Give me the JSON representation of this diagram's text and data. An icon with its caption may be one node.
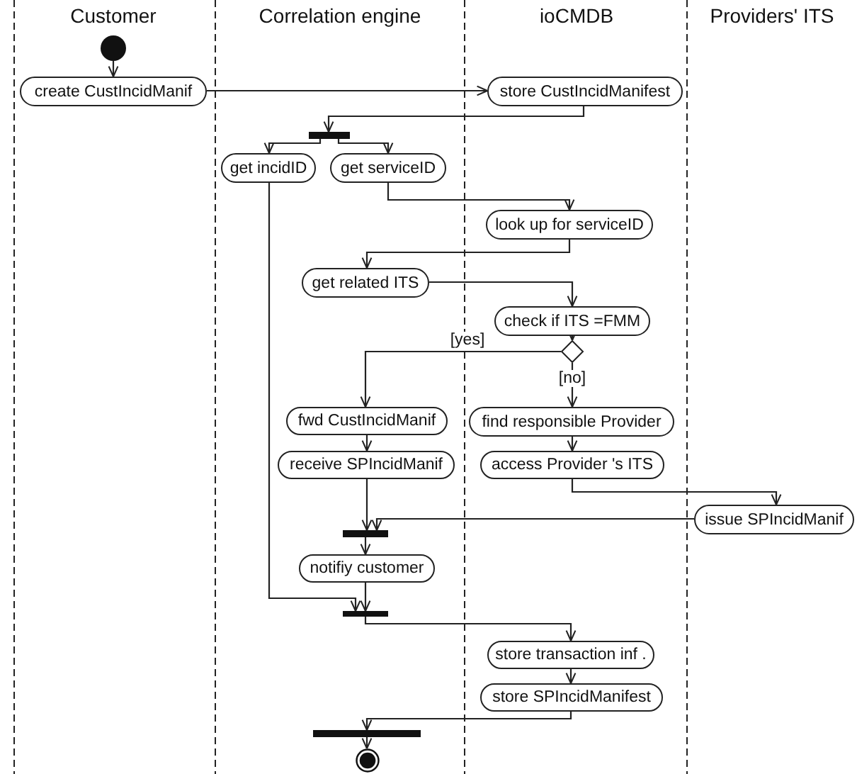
{
  "diagram": {
    "nodes": [
      {
        "text": [],
        "shape": "circle"
      },
      {
        "text": [
          "create CustIncidManif"
        ]
      },
      {
        "text": [
          "store CustIncidManifest"
        ]
      },
      {
        "text": [],
        "shape": "bar"
      },
      {
        "text": [
          "get incidID"
        ]
      },
      {
        "text": [
          "get serviceID"
        ]
      },
      {
        "text": [
          "look up for serviceID"
        ]
      },
      {
        "text": [
          "get related ITS"
        ]
      },
      {
        "text": [
          "check if ITS =FMM"
        ]
      },
      {
        "text": [],
        "shape": "diamond"
      },
      {
        "text": [
          "fwd CustIncidManif"
        ]
      },
      {
        "text": [
          "receive SPIncidManif"
        ]
      },
      {
        "text": [
          "find responsible Provider"
        ]
      },
      {
        "text": [
          "access Provider 's ITS"
        ]
      },
      {
        "text": [
          "issue SPIncidManif"
        ]
      },
      {
        "text": [],
        "shape": "bar"
      },
      {
        "text": [
          "notifiy customer"
        ]
      },
      {
        "text": [],
        "shape": "bar"
      },
      {
        "text": [
          "store transaction inf ."
        ]
      },
      {
        "text": [
          "store SPIncidManifest"
        ]
      },
      {
        "text": [],
        "shape": "bar"
      },
      {
        "text": [],
        "shape": "circle"
      }
    ],
    "edges": [
      {
        "from": 0,
        "to": 1,
        "arrow": "to"
      },
      {
        "from": 1,
        "to": 2,
        "arrow": "to"
      },
      {
        "from": 2,
        "to": 3,
        "arrow": "to"
      },
      {
        "from": 3,
        "to": 4,
        "arrow": "to"
      },
      {
        "from": 3,
        "to": 5,
        "arrow": "to"
      },
      {
        "from": 5,
        "to": 6,
        "arrow": "to"
      },
      {
        "from": 6,
        "to": 7,
        "arrow": "to"
      },
      {
        "from": 7,
        "to": 8,
        "arrow": "to"
      },
      {
        "from": 8,
        "to": 9,
        "arrow": "to"
      },
      {
        "from": 9,
        "to": 10,
        "arrow": "to",
        "label": "[yes]"
      },
      {
        "from": 9,
        "to": 12,
        "arrow": "to",
        "label": "[no]"
      },
      {
        "from": 10,
        "to": 11,
        "arrow": "to"
      },
      {
        "from": 11,
        "to": 15,
        "arrow": "to"
      },
      {
        "from": 12,
        "to": 13,
        "arrow": "to"
      },
      {
        "from": 13,
        "to": 14,
        "arrow": "to"
      },
      {
        "from": 14,
        "to": 15,
        "arrow": "to"
      },
      {
        "from": 15,
        "to": 16,
        "arrow": "to"
      },
      {
        "from": 4,
        "to": 17,
        "arrow": "to"
      },
      {
        "from": 16,
        "to": 17,
        "arrow": "to"
      },
      {
        "from": 17,
        "to": 18,
        "arrow": "to"
      },
      {
        "from": 18,
        "to": 19,
        "arrow": "to"
      },
      {
        "from": 19,
        "to": 20,
        "arrow": "to"
      },
      {
        "from": 20,
        "to": 21,
        "arrow": "to"
      }
    ],
    "labels": [
      "Customer",
      "Correlation engine",
      "ioCMDB",
      "Providers' ITS"
    ]
  }
}
